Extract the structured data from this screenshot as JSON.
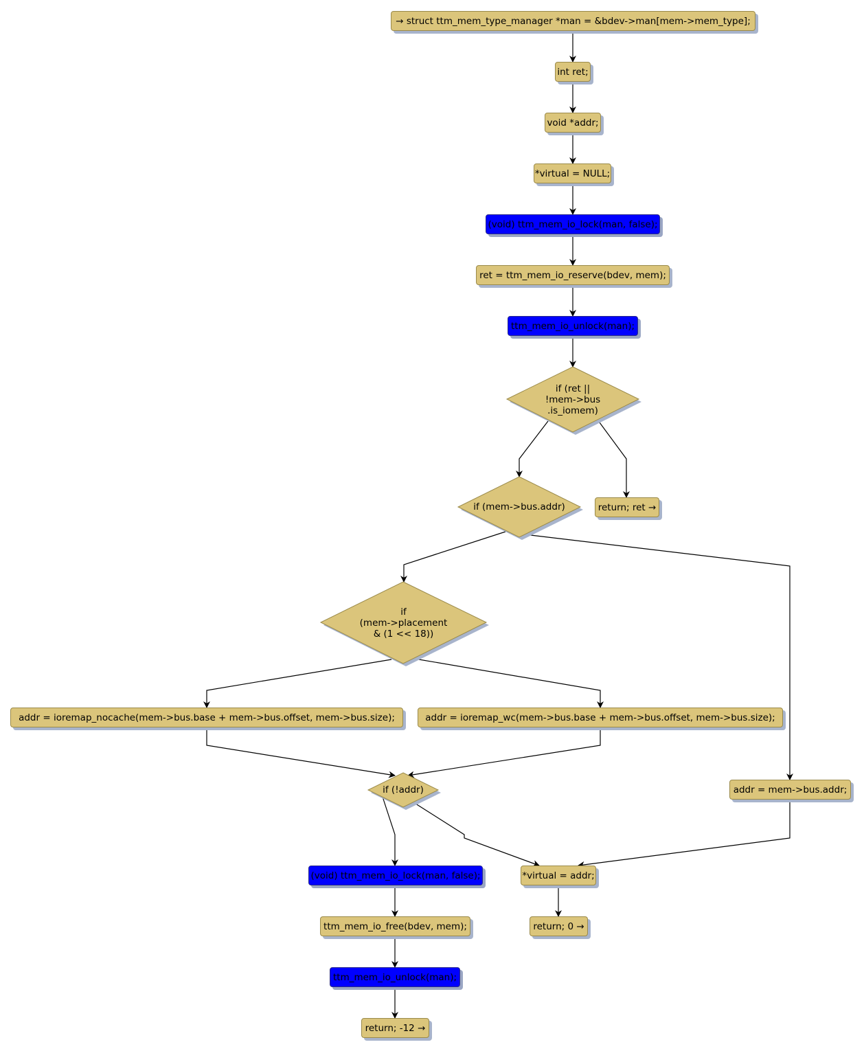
{
  "colors": {
    "statement_fill": "#dbc57b",
    "lock_fill": "#0000ff",
    "edge": "#000000"
  },
  "nodes": {
    "n_man": {
      "kind": "statement",
      "label": "→ struct ttm_mem_type_manager *man = &bdev->man[mem->mem_type];"
    },
    "n_ret": {
      "kind": "statement",
      "label": "int ret;"
    },
    "n_addr": {
      "kind": "statement",
      "label": "void *addr;"
    },
    "n_virtnull": {
      "kind": "statement",
      "label": "*virtual = NULL;"
    },
    "n_lock1": {
      "kind": "lock",
      "label": "(void) ttm_mem_io_lock(man, false);"
    },
    "n_reserve": {
      "kind": "statement",
      "label": "ret = ttm_mem_io_reserve(bdev, mem);"
    },
    "n_unlock1": {
      "kind": "lock",
      "label": "ttm_mem_io_unlock(man);"
    },
    "d_ret": {
      "kind": "decision",
      "label": "if (ret ||\n!mem->bus\n.is_iomem)"
    },
    "n_retret": {
      "kind": "return",
      "label": "return; ret →"
    },
    "d_busaddr": {
      "kind": "decision",
      "label": "if (mem->bus.addr)"
    },
    "d_placement": {
      "kind": "decision",
      "label": "if\n(mem->placement\n& (1 << 18))"
    },
    "n_nocache": {
      "kind": "statement",
      "label": "addr = ioremap_nocache(mem->bus.base + mem->bus.offset, mem->bus.size);"
    },
    "n_wc": {
      "kind": "statement",
      "label": "addr = ioremap_wc(mem->bus.base + mem->bus.offset, mem->bus.size);"
    },
    "n_busaddr": {
      "kind": "statement",
      "label": "addr = mem->bus.addr;"
    },
    "d_notaddr": {
      "kind": "decision",
      "label": "if (!addr)"
    },
    "n_lock2": {
      "kind": "lock",
      "label": "(void) ttm_mem_io_lock(man, false);"
    },
    "n_virtaddr": {
      "kind": "statement",
      "label": "*virtual = addr;"
    },
    "n_free": {
      "kind": "statement",
      "label": "ttm_mem_io_free(bdev, mem);"
    },
    "n_ret0": {
      "kind": "return",
      "label": "return; 0 →"
    },
    "n_unlock2": {
      "kind": "lock",
      "label": "ttm_mem_io_unlock(man);"
    },
    "n_retm12": {
      "kind": "return",
      "label": "return; -12 →"
    }
  },
  "edges": [
    [
      "n_man",
      "n_ret"
    ],
    [
      "n_ret",
      "n_addr"
    ],
    [
      "n_addr",
      "n_virtnull"
    ],
    [
      "n_virtnull",
      "n_lock1"
    ],
    [
      "n_lock1",
      "n_reserve"
    ],
    [
      "n_reserve",
      "n_unlock1"
    ],
    [
      "n_unlock1",
      "d_ret"
    ],
    [
      "d_ret",
      "d_busaddr"
    ],
    [
      "d_ret",
      "n_retret"
    ],
    [
      "d_busaddr",
      "d_placement"
    ],
    [
      "d_busaddr",
      "n_busaddr"
    ],
    [
      "d_placement",
      "n_nocache"
    ],
    [
      "d_placement",
      "n_wc"
    ],
    [
      "n_nocache",
      "d_notaddr"
    ],
    [
      "n_wc",
      "d_notaddr"
    ],
    [
      "d_notaddr",
      "n_lock2"
    ],
    [
      "d_notaddr",
      "n_virtaddr"
    ],
    [
      "n_busaddr",
      "n_virtaddr"
    ],
    [
      "n_lock2",
      "n_free"
    ],
    [
      "n_free",
      "n_unlock2"
    ],
    [
      "n_unlock2",
      "n_retm12"
    ],
    [
      "n_virtaddr",
      "n_ret0"
    ]
  ]
}
